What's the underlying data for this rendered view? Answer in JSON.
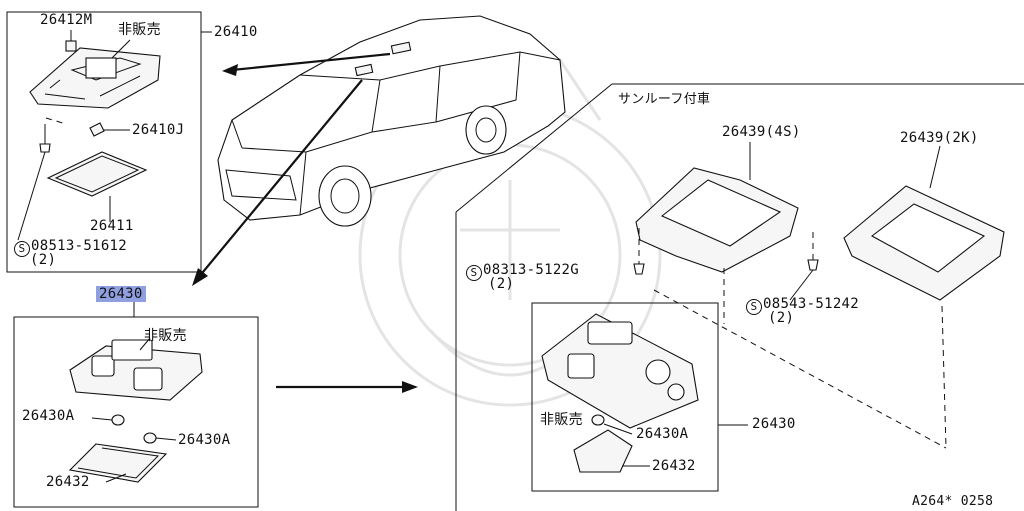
{
  "labels": {
    "p26412M": "26412M",
    "not_for_sale_1": "非販売",
    "p26410": "26410",
    "p26410J": "26410J",
    "p26411": "26411",
    "screw_1_code": "08513-51612",
    "screw_1_qty": "(2)",
    "p26430_main": "26430",
    "not_for_sale_2": "非販売",
    "p26430A_left": "26430A",
    "p26430A_right": "26430A",
    "p26432_left": "26432",
    "sunroof_note": "サンルーフ付車",
    "p26439_4s": "26439(4S)",
    "p26439_2k": "26439(2K)",
    "screw_2_code": "08313-5122G",
    "screw_2_qty": "(2)",
    "screw_3_code": "08543-51242",
    "screw_3_qty": "(2)",
    "not_for_sale_3": "非販売",
    "p26430A_sunroof": "26430A",
    "p26430_sunroof": "26430",
    "p26432_sunroof": "26432",
    "diagram_code": "A264* 0258"
  },
  "screw_symbol": "S",
  "highlight_color": "#8f9fe0"
}
